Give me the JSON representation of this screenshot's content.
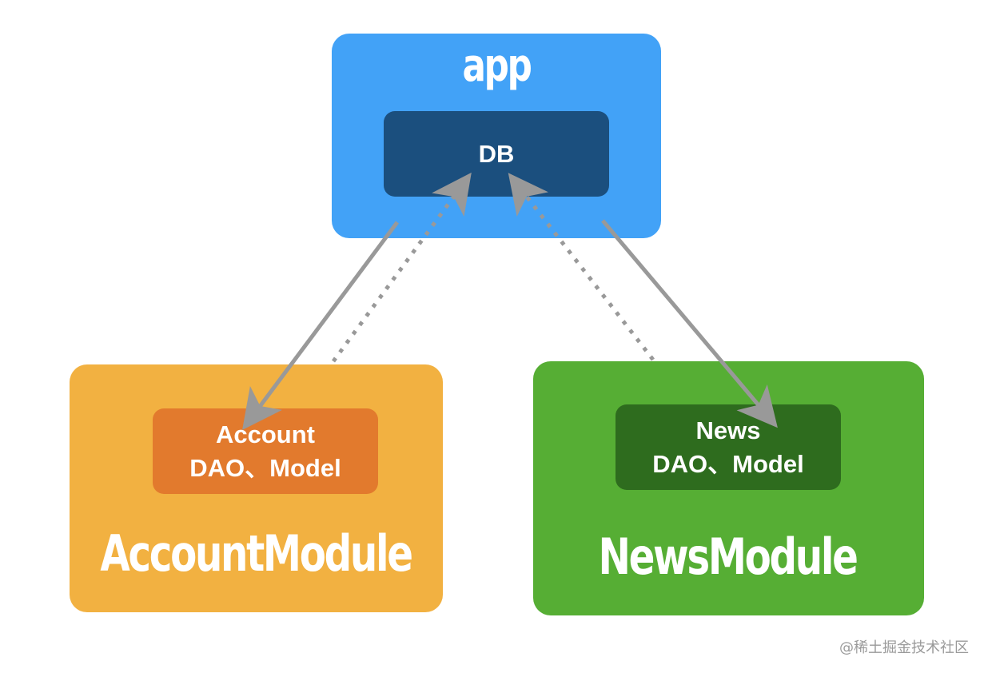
{
  "app": {
    "title": "app",
    "db_label": "DB",
    "color": "#42a2f7",
    "inner_color": "#1b4f7e"
  },
  "account_module": {
    "title": "AccountModule",
    "inner_line1": "Account",
    "inner_line2": "DAO、Model",
    "color": "#f2b141",
    "inner_color": "#e27a2d"
  },
  "news_module": {
    "title": "NewsModule",
    "inner_line1": "News",
    "inner_line2": "DAO、Model",
    "color": "#56ae34",
    "inner_color": "#2e6c1e"
  },
  "arrows": {
    "color": "#999999",
    "edges": [
      {
        "from": "app",
        "to": "account_module.inner",
        "style": "solid"
      },
      {
        "from": "account_module",
        "to": "app.db",
        "style": "dotted"
      },
      {
        "from": "app",
        "to": "news_module.inner",
        "style": "solid"
      },
      {
        "from": "news_module",
        "to": "app.db",
        "style": "dotted"
      }
    ]
  },
  "watermark": "@稀土掘金技术社区"
}
